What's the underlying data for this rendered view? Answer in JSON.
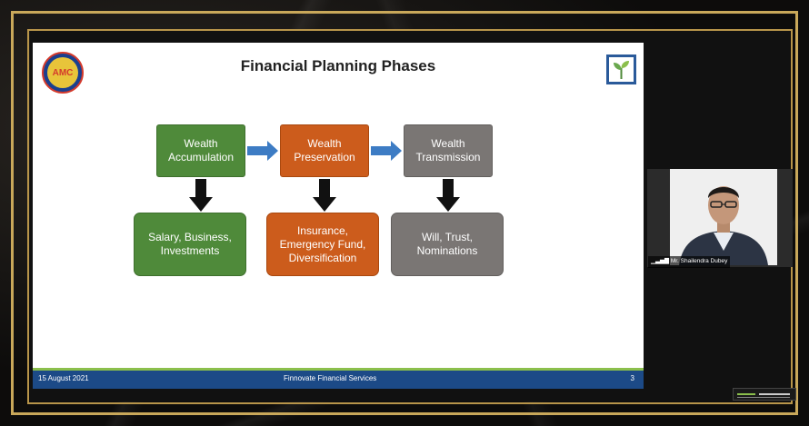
{
  "slide": {
    "title": "Financial Planning Phases",
    "logo_text": "AMC",
    "phases": [
      {
        "label": "Wealth\nAccumulation",
        "detail": "Salary, Business,\nInvestments",
        "color": "#4f8a3a"
      },
      {
        "label": "Wealth\nPreservation",
        "detail": "Insurance,\nEmergency Fund,\nDiversification",
        "color": "#cc5c1c"
      },
      {
        "label": "Wealth\nTransmission",
        "detail": "Will, Trust,\nNominations",
        "color": "#7a7674"
      }
    ],
    "footer": {
      "date": "15 August 2021",
      "company": "Finnovate Financial Services",
      "page": "3"
    }
  },
  "participant": {
    "name": "Mr. Shailendra Dubey"
  },
  "colors": {
    "frame_gold": "#c9a85a",
    "arrow_blue": "#3d7cc4",
    "footer_blue": "#1c4a87",
    "footer_green": "#8bbf4c"
  }
}
